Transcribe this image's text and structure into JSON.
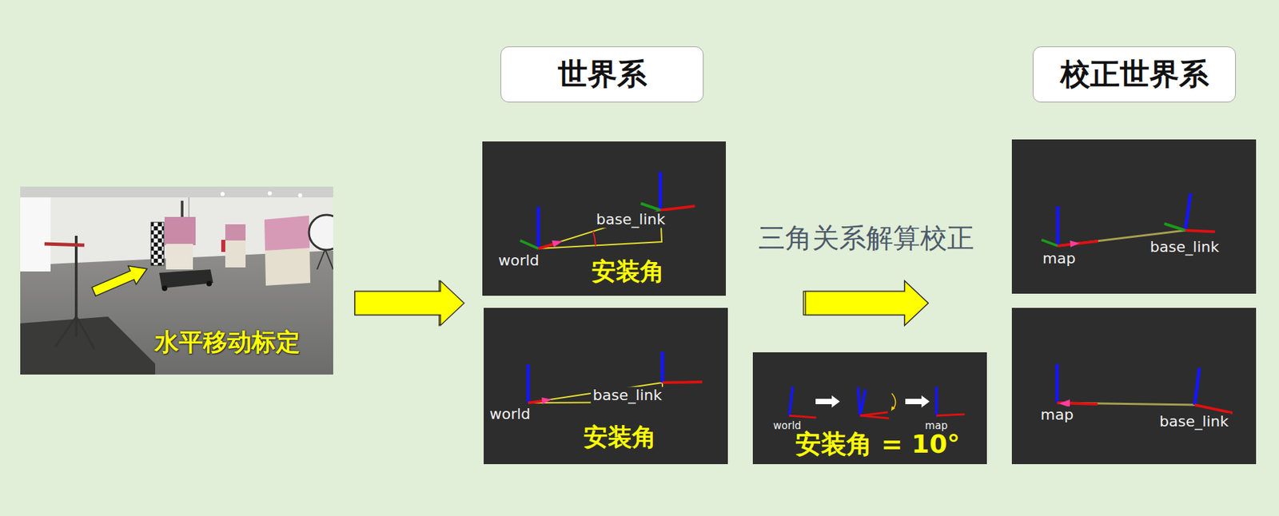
{
  "diagram": {
    "nodes": [
      {
        "text": [
          "世界系"
        ]
      },
      {
        "text": [
          "校正世界系"
        ]
      },
      {
        "text": [
          "水平移动标定"
        ]
      },
      {
        "text": [
          "world",
          "base_link",
          "安装角"
        ]
      },
      {
        "text": [
          "world",
          "base_link",
          "安装角"
        ]
      },
      {
        "text": [
          "world",
          "map",
          "安装角 = 10°"
        ]
      },
      {
        "text": [
          "map",
          "base_link"
        ]
      },
      {
        "text": [
          "map",
          "base_link"
        ]
      }
    ],
    "edges": [
      {
        "from": 2,
        "to": 3,
        "arrow": "to"
      },
      {
        "from": 2,
        "to": 4,
        "arrow": "to"
      },
      {
        "from": 3,
        "to": 6,
        "arrow": "to",
        "label": "三角关系解算校正"
      },
      {
        "from": 4,
        "to": 7,
        "arrow": "to"
      }
    ]
  }
}
